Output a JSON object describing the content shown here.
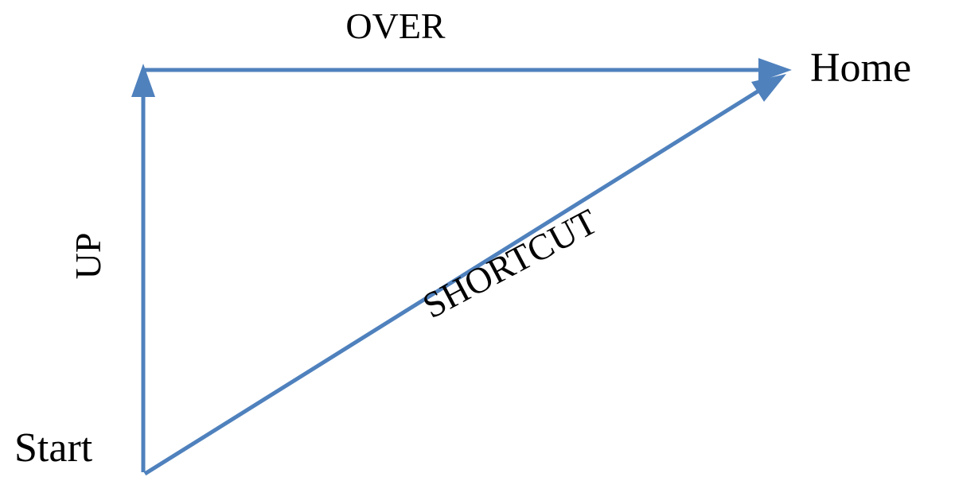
{
  "diagram": {
    "labels": {
      "start": "Start",
      "home": "Home",
      "up": "UP",
      "over": "OVER",
      "shortcut": "SHORTCUT"
    },
    "colors": {
      "arrow": "#4f81bd",
      "text": "#000000",
      "background": "#ffffff"
    }
  }
}
